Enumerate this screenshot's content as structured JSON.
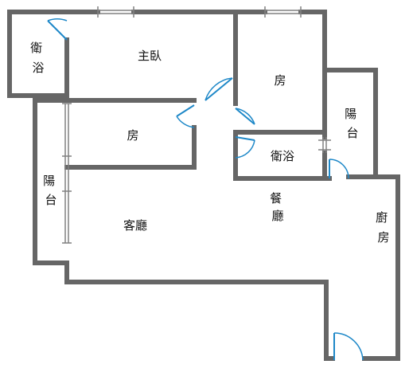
{
  "colors": {
    "wall": "#666666",
    "door": "#1e88c8",
    "window": "#808080",
    "text": "#111111",
    "background": "#ffffff"
  },
  "rooms": [
    {
      "id": "bath-1",
      "lines": [
        "衛",
        "浴"
      ]
    },
    {
      "id": "master-bedroom",
      "lines": [
        "主臥"
      ]
    },
    {
      "id": "bedroom-2",
      "lines": [
        "房"
      ]
    },
    {
      "id": "balcony-right",
      "lines": [
        "陽",
        "台"
      ]
    },
    {
      "id": "bedroom-3",
      "lines": [
        "房"
      ]
    },
    {
      "id": "bath-2",
      "lines": [
        "衛浴"
      ]
    },
    {
      "id": "dining",
      "lines": [
        "餐",
        "廳"
      ]
    },
    {
      "id": "balcony-left",
      "lines": [
        "陽",
        "台"
      ]
    },
    {
      "id": "living-room",
      "lines": [
        "客廳"
      ]
    },
    {
      "id": "kitchen",
      "lines": [
        "廚",
        "房"
      ]
    }
  ]
}
